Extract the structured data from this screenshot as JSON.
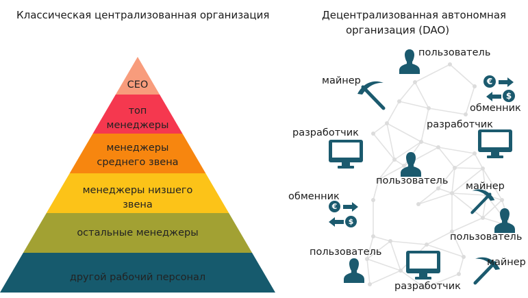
{
  "left_title": "Классическая централизованная организация",
  "right_title": [
    "Децентрализованная автономная",
    "организация (DAO)"
  ],
  "pyramid": [
    {
      "label": [
        "CEO"
      ],
      "color": "#f89c7c"
    },
    {
      "label": [
        "топ",
        "менеджеры"
      ],
      "color": "#f5384f"
    },
    {
      "label": [
        "менеджеры",
        "среднего звена"
      ],
      "color": "#f7860f"
    },
    {
      "label": [
        "менеджеры низшего",
        "звена"
      ],
      "color": "#fcc318"
    },
    {
      "label": [
        "остальные менеджеры"
      ],
      "color": "#a2a133"
    },
    {
      "label": [
        "другой рабочий персонал"
      ],
      "color": "#165a6d"
    }
  ],
  "icon_color": "#1b5a6e",
  "network_color": "#e2e2e2",
  "dao_labels": {
    "user": "пользователь",
    "miner": "майнер",
    "exchanger": "обменник",
    "developer": "разработчик"
  },
  "currency": {
    "euro": "€",
    "dollar": "$"
  }
}
